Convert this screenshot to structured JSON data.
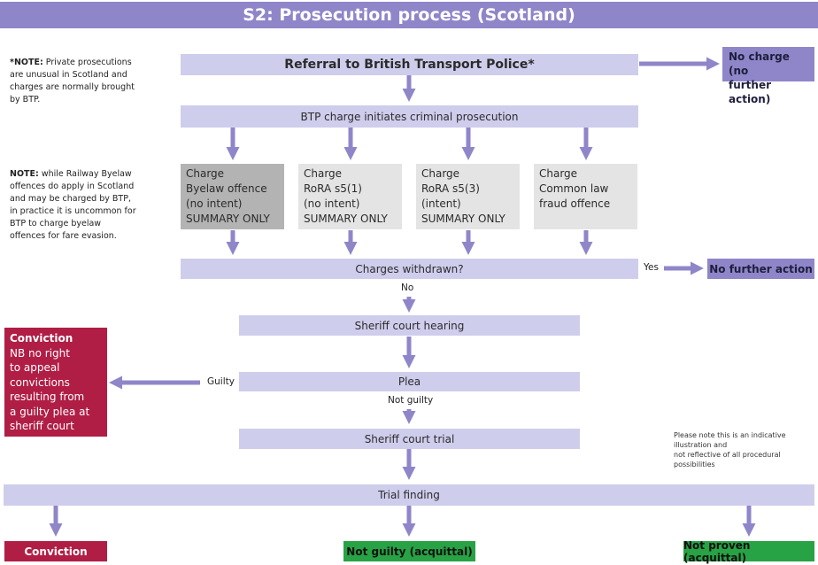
{
  "title": "S2: Prosecution process (Scotland)",
  "notes": {
    "private_prefix": "*NOTE:",
    "private_text": " Private prosecutions are unusual in Scotland and charges are normally brought by BTP.",
    "byelaw_prefix": "NOTE:",
    "byelaw_text": " while Railway Byelaw offences do apply in Scotland and may be charged by BTP, in practice it is uncommon for BTP to charge byelaw offences for fare evasion."
  },
  "steps": {
    "referral": "Referral to British Transport Police*",
    "btp_charge": "BTP charge initiates criminal prosecution",
    "withdrawn": "Charges withdrawn?",
    "sheriff_hearing": "Sheriff court hearing",
    "plea": "Plea",
    "sheriff_trial": "Sheriff court trial",
    "trial_finding": "Trial finding"
  },
  "charges": [
    {
      "lines": [
        "Charge",
        "Byelaw offence",
        "(no intent)",
        "SUMMARY ONLY"
      ]
    },
    {
      "lines": [
        "Charge",
        "RoRA s5(1)",
        "(no intent)",
        "SUMMARY ONLY"
      ]
    },
    {
      "lines": [
        "Charge",
        "RoRA s5(3)",
        "(intent)",
        "SUMMARY ONLY"
      ]
    },
    {
      "lines": [
        "Charge",
        "Common law",
        "fraud offence",
        ""
      ]
    }
  ],
  "branch_labels": {
    "yes": "Yes",
    "no": "No",
    "guilty": "Guilty",
    "not_guilty": "Not guilty"
  },
  "outcomes": {
    "no_charge_line1": "No charge (no",
    "no_charge_line2": "further action)",
    "no_further_action": "No further action",
    "conviction_box": {
      "heading": "Conviction",
      "lines": [
        "NB no right",
        "to appeal",
        "convictions",
        "resulting from",
        "a guilty plea at",
        "sheriff court"
      ]
    },
    "conviction": "Conviction",
    "not_guilty": "Not guilty (acquittal)",
    "not_proven": "Not proven (acquittal)"
  },
  "disclaimer_line1": "Please note this is an indicative illustration and",
  "disclaimer_line2": "not reflective of all procedural possibilities",
  "colors": {
    "header": "#8f86c9",
    "step": "#cfcdec",
    "arrow": "#8f86c9",
    "charge": "#e4e4e4",
    "charge_byelaw": "#b3b3b3",
    "conviction": "#b01e45",
    "acquittal": "#27a244"
  }
}
